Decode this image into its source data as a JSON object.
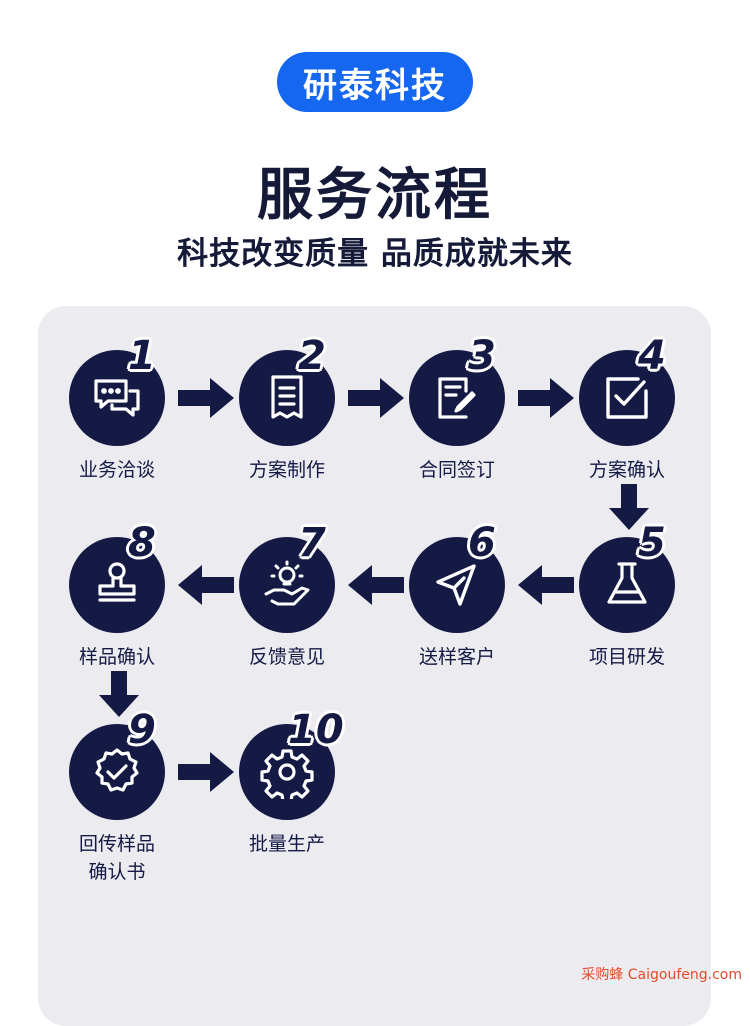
{
  "brand": "研泰科技",
  "title": "服务流程",
  "subtitle": "科技改变质量 品质成就未来",
  "steps": [
    {
      "num": "1",
      "label": "业务洽谈",
      "icon": "chat-bubbles-icon"
    },
    {
      "num": "2",
      "label": "方案制作",
      "icon": "document-icon"
    },
    {
      "num": "3",
      "label": "合同签订",
      "icon": "contract-sign-icon"
    },
    {
      "num": "4",
      "label": "方案确认",
      "icon": "checkbox-icon"
    },
    {
      "num": "5",
      "label": "项目研发",
      "icon": "flask-icon"
    },
    {
      "num": "6",
      "label": "送样客户",
      "icon": "send-icon"
    },
    {
      "num": "7",
      "label": "反馈意见",
      "icon": "idea-hand-icon"
    },
    {
      "num": "8",
      "label": "样品确认",
      "icon": "stamp-icon"
    },
    {
      "num": "9",
      "label_line1": "回传样品",
      "label_line2": "确认书",
      "icon": "badge-check-icon"
    },
    {
      "num": "10",
      "label": "批量生产",
      "icon": "gear-icon"
    }
  ],
  "watermark": "采购蜂 Caigoufeng.com",
  "colors": {
    "accent": "#1667f0",
    "navy": "#151a45",
    "panel": "#ececf0"
  }
}
